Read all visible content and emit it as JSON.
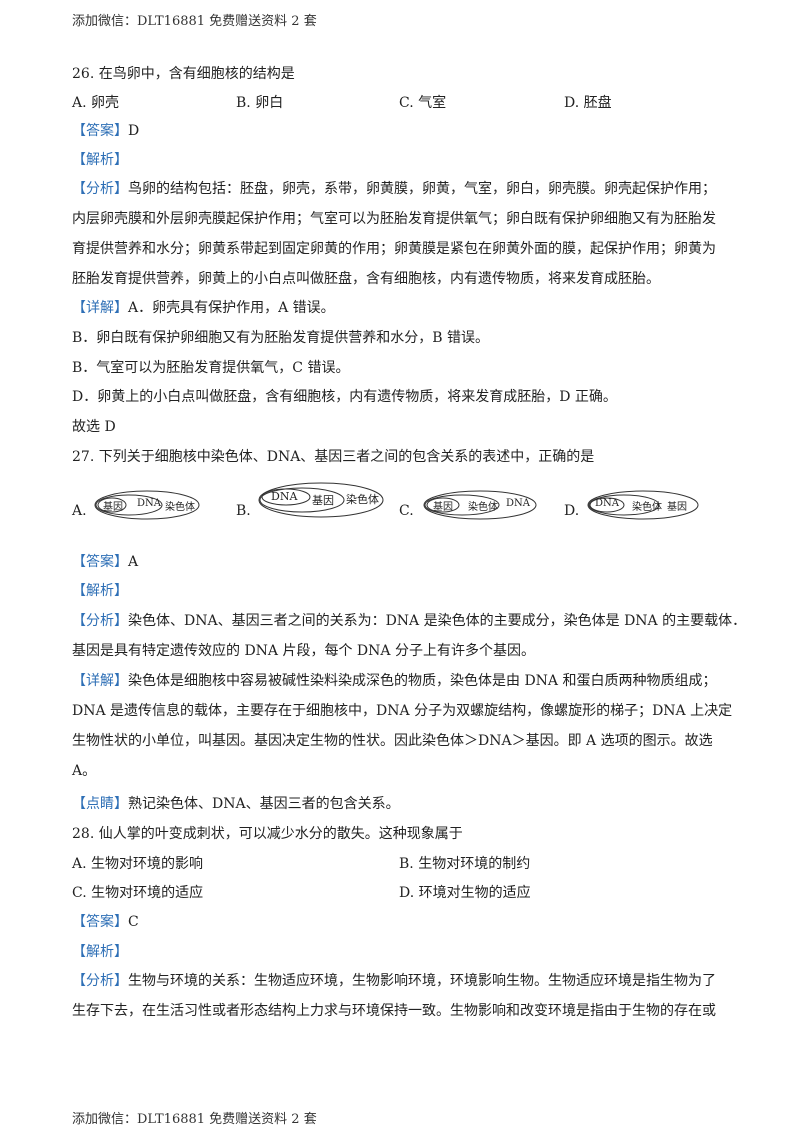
{
  "header": "添加微信：DLT16881 免费赠送资料 2 套",
  "footer": "添加微信：DLT16881 免费赠送资料 2 套",
  "colors": {
    "accent": "#2e6fb6"
  },
  "q26": {
    "question": "26. 在鸟卵中，含有细胞核的结构是",
    "options": [
      "A. 卵壳",
      "B. 卵白",
      "C. 气室",
      "D. 胚盘"
    ],
    "answer_tag": "【答案】",
    "answer": "D",
    "analysis_tag": "【解析】",
    "fenxi_tag": "【分析】",
    "fenxi": [
      "鸟卵的结构包括：胚盘，卵壳，系带，卵黄膜，卵黄，气室，卵白，卵壳膜。卵壳起保护作用；",
      "内层卵壳膜和外层卵壳膜起保护作用；气室可以为胚胎发育提供氧气；卵白既有保护卵细胞又有为胚胎发",
      "育提供营养和水分；卵黄系带起到固定卵黄的作用；卵黄膜是紧包在卵黄外面的膜，起保护作用；卵黄为",
      "胚胎发育提供营养，卵黄上的小白点叫做胚盘，含有细胞核，内有遗传物质，将来发育成胚胎。"
    ],
    "xiangjie_tag": "【详解】",
    "xiangjie": [
      "A．卵壳具有保护作用，A 错误。",
      "B．卵白既有保护卵细胞又有为胚胎发育提供营养和水分，B 错误。",
      "B．气室可以为胚胎发育提供氧气，C 错误。",
      "D．卵黄上的小白点叫做胚盘，含有细胞核，内有遗传物质，将来发育成胚胎，D 正确。",
      "故选 D"
    ]
  },
  "q27": {
    "question": "27. 下列关于细胞核中染色体、DNA、基因三者之间的包含关系的表述中，正确的是",
    "options": [
      {
        "letter": "A.",
        "labels": [
          "基因",
          "DNA",
          "染色体"
        ]
      },
      {
        "letter": "B.",
        "labels": [
          "DNA",
          "基因",
          "染色体"
        ]
      },
      {
        "letter": "C.",
        "labels": [
          "基因",
          "染色体",
          "DNA"
        ]
      },
      {
        "letter": "D.",
        "labels": [
          "DNA",
          "染色体",
          "基因"
        ]
      }
    ],
    "answer_tag": "【答案】",
    "answer": "A",
    "analysis_tag": "【解析】",
    "fenxi_tag": "【分析】",
    "fenxi": [
      "染色体、DNA、基因三者之间的关系为：DNA 是染色体的主要成分，染色体是 DNA 的主要载体．",
      "基因是具有特定遗传效应的 DNA 片段，每个 DNA 分子上有许多个基因。"
    ],
    "xiangjie_tag": "【详解】",
    "xiangjie": [
      "染色体是细胞核中容易被碱性染料染成深色的物质，染色体是由 DNA 和蛋白质两种物质组成；",
      "DNA 是遗传信息的载体，主要存在于细胞核中，DNA 分子为双螺旋结构，像螺旋形的梯子；DNA 上决定",
      "生物性状的小单位，叫基因。基因决定生物的性状。因此染色体＞DNA＞基因。即 A 选项的图示。故选",
      "A。"
    ],
    "dianjing_tag": "【点睛】",
    "dianjing": "熟记染色体、DNA、基因三者的包含关系。"
  },
  "q28": {
    "question": "28. 仙人掌的叶变成刺状，可以减少水分的散失。这种现象属于",
    "options": [
      "A. 生物对环境的影响",
      "B. 生物对环境的制约",
      "C. 生物对环境的适应",
      "D. 环境对生物的适应"
    ],
    "answer_tag": "【答案】",
    "answer": "C",
    "analysis_tag": "【解析】",
    "fenxi_tag": "【分析】",
    "fenxi": [
      "生物与环境的关系：生物适应环境，生物影响环境，环境影响生物。生物适应环境是指生物为了",
      "生存下去，在生活习性或者形态结构上力求与环境保持一致。生物影响和改变环境是指由于生物的存在或"
    ]
  }
}
